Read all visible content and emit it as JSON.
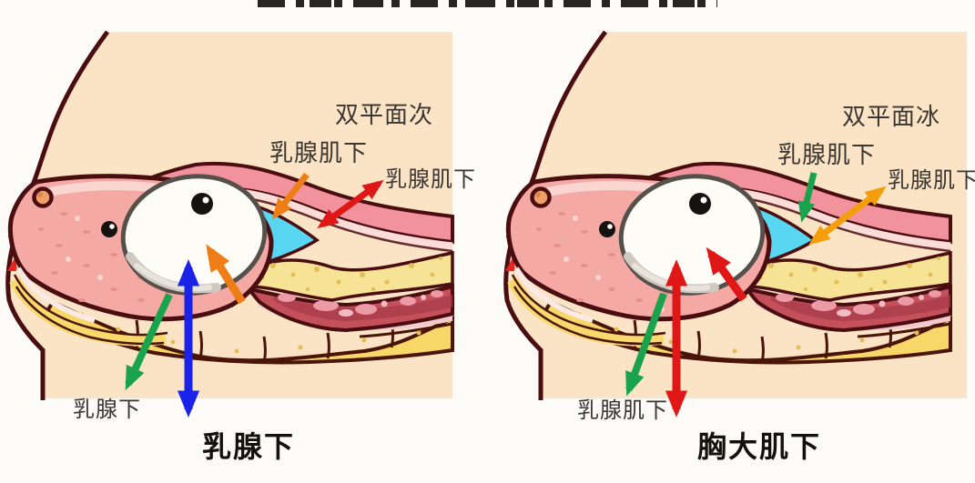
{
  "figure": {
    "type": "medical-illustration",
    "subject": "breast implant placement planes, side-by-side comparison",
    "language": "zh"
  },
  "panels": [
    {
      "caption": "乳腺下",
      "labels": {
        "dual_plane": "双平面次",
        "upper": "乳腺肌下",
        "right": "乳腺肌下",
        "bottom": "乳腺下"
      },
      "arrow_colors": {
        "upper_pointer": "#ef7d15",
        "right_double": "#e01717",
        "inner_diagonal": "#ef7d15",
        "vertical_double": "#1b23e8",
        "lower_diagonal": "#1ba24d"
      }
    },
    {
      "caption": "胸大肌下",
      "labels": {
        "dual_plane": "双平面冰",
        "upper": "乳腺肌下",
        "right": "乳腺肌下",
        "bottom": "乳腺肌下"
      },
      "arrow_colors": {
        "upper_pointer": "#1ba24d",
        "right_double": "#f59e0b",
        "inner_diagonal": "#e01717",
        "vertical_double": "#e01717",
        "lower_diagonal": "#1ba24d"
      }
    }
  ],
  "palette": {
    "background": "#fcfbf8",
    "skin": "#fbe3c5",
    "dark_outline": "#4a0d10",
    "gland_pink": "#f5a9a4",
    "capsule_band": "#f2929c",
    "implant_white": "#fefcf6",
    "pocket_cyan": "#59d7f2",
    "fat_yellow": "#f8e493",
    "muscle_red": "#c4505c",
    "lobule_yellow": "#f7d768",
    "areola": "#efa066"
  }
}
